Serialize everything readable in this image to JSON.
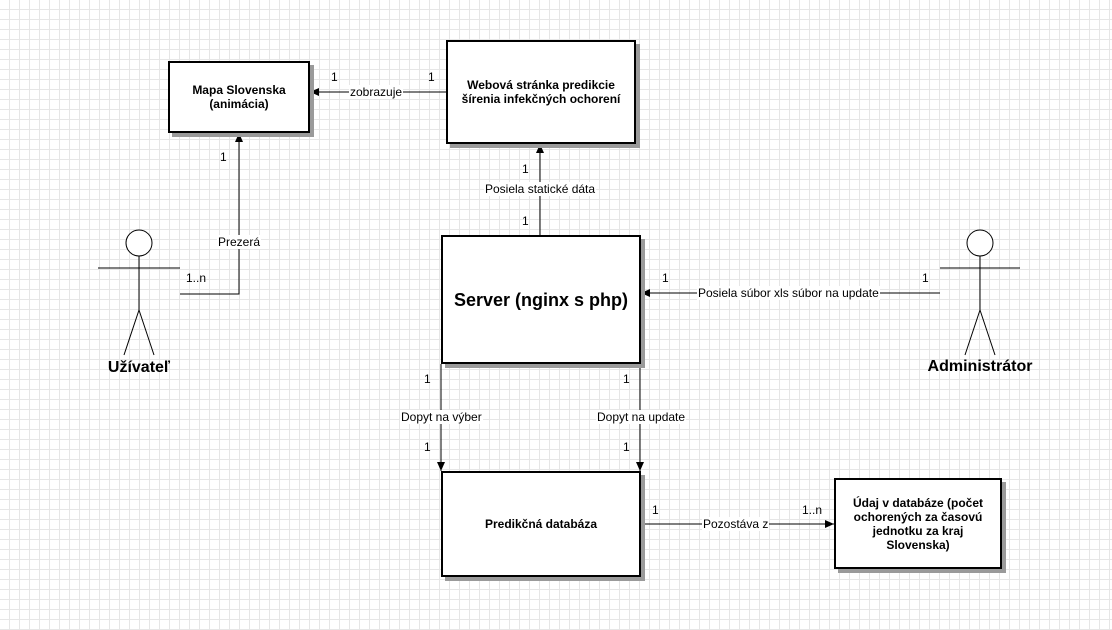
{
  "nodes": {
    "map": "Mapa Slovenska\n(animácia)",
    "web": "Webová stránka predikcie\nšírenia infekčných ochorení",
    "server": "Server (nginx s php)",
    "db": "Predikčná databáza",
    "data": "Údaj v databáze (počet\nochorených za časovú\njednotku za kraj\nSlovenska)"
  },
  "actors": {
    "user": "Užívateľ",
    "admin": "Administrátor"
  },
  "edges": {
    "web_map": {
      "label": "zobrazuje",
      "source_card": "1",
      "target_card": "1"
    },
    "server_web": {
      "label": "Posiela statické dáta",
      "source_card": "1",
      "target_card": "1"
    },
    "user_map": {
      "label": "Prezerá",
      "source_card": "1..n",
      "target_card": "1"
    },
    "admin_server": {
      "label": "Posiela súbor xls súbor na update",
      "source_card": "1",
      "target_card": "1"
    },
    "server_db_select": {
      "label": "Dopyt na výber",
      "source_card": "1",
      "target_card": "1"
    },
    "server_db_update": {
      "label": "Dopyt na update",
      "source_card": "1",
      "target_card": "1"
    },
    "db_data": {
      "label": "Pozostáva z",
      "source_card": "1",
      "target_card": "1..n"
    }
  }
}
